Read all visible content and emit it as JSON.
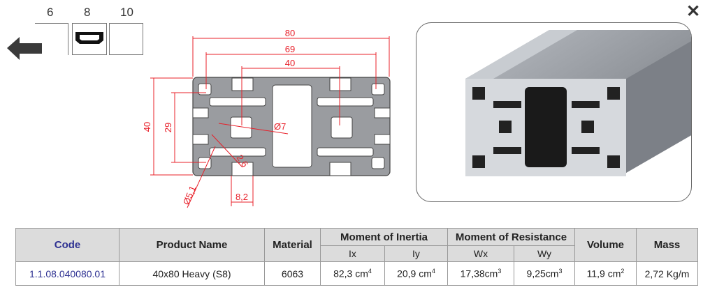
{
  "selector": {
    "sizes": [
      "6",
      "8",
      "10"
    ],
    "selected": "8"
  },
  "drawing": {
    "dims": {
      "width_outer": "80",
      "width_slots": "69",
      "width_center": "40",
      "height_outer": "40",
      "height_slots": "29",
      "core_diameter": "Ø7",
      "wall": "2,6",
      "hole_diameter": "Ø5,1",
      "slot_width": "8,2"
    },
    "color": "#e8202a"
  },
  "table": {
    "headers": {
      "code": "Code",
      "product_name": "Product Name",
      "material": "Material",
      "inertia": "Moment of Inertia",
      "resistance": "Moment of Resistance",
      "ix": "Ix",
      "iy": "Iy",
      "wx": "Wx",
      "wy": "Wy",
      "volume": "Volume",
      "mass": "Mass"
    },
    "row": {
      "code": "1.1.08.040080.01",
      "product_name": "40x80 Heavy (S8)",
      "material": "6063",
      "ix": "82,3 cm",
      "ix_exp": "4",
      "iy": "20,9 cm",
      "iy_exp": "4",
      "wx": "17,38cm",
      "wx_exp": "3",
      "wy": "9,25cm",
      "wy_exp": "3",
      "volume": "11,9 cm",
      "volume_exp": "2",
      "mass": "2,72 Kg/m"
    }
  },
  "icons": {
    "back": "arrow-left-icon",
    "close": "close-icon"
  }
}
